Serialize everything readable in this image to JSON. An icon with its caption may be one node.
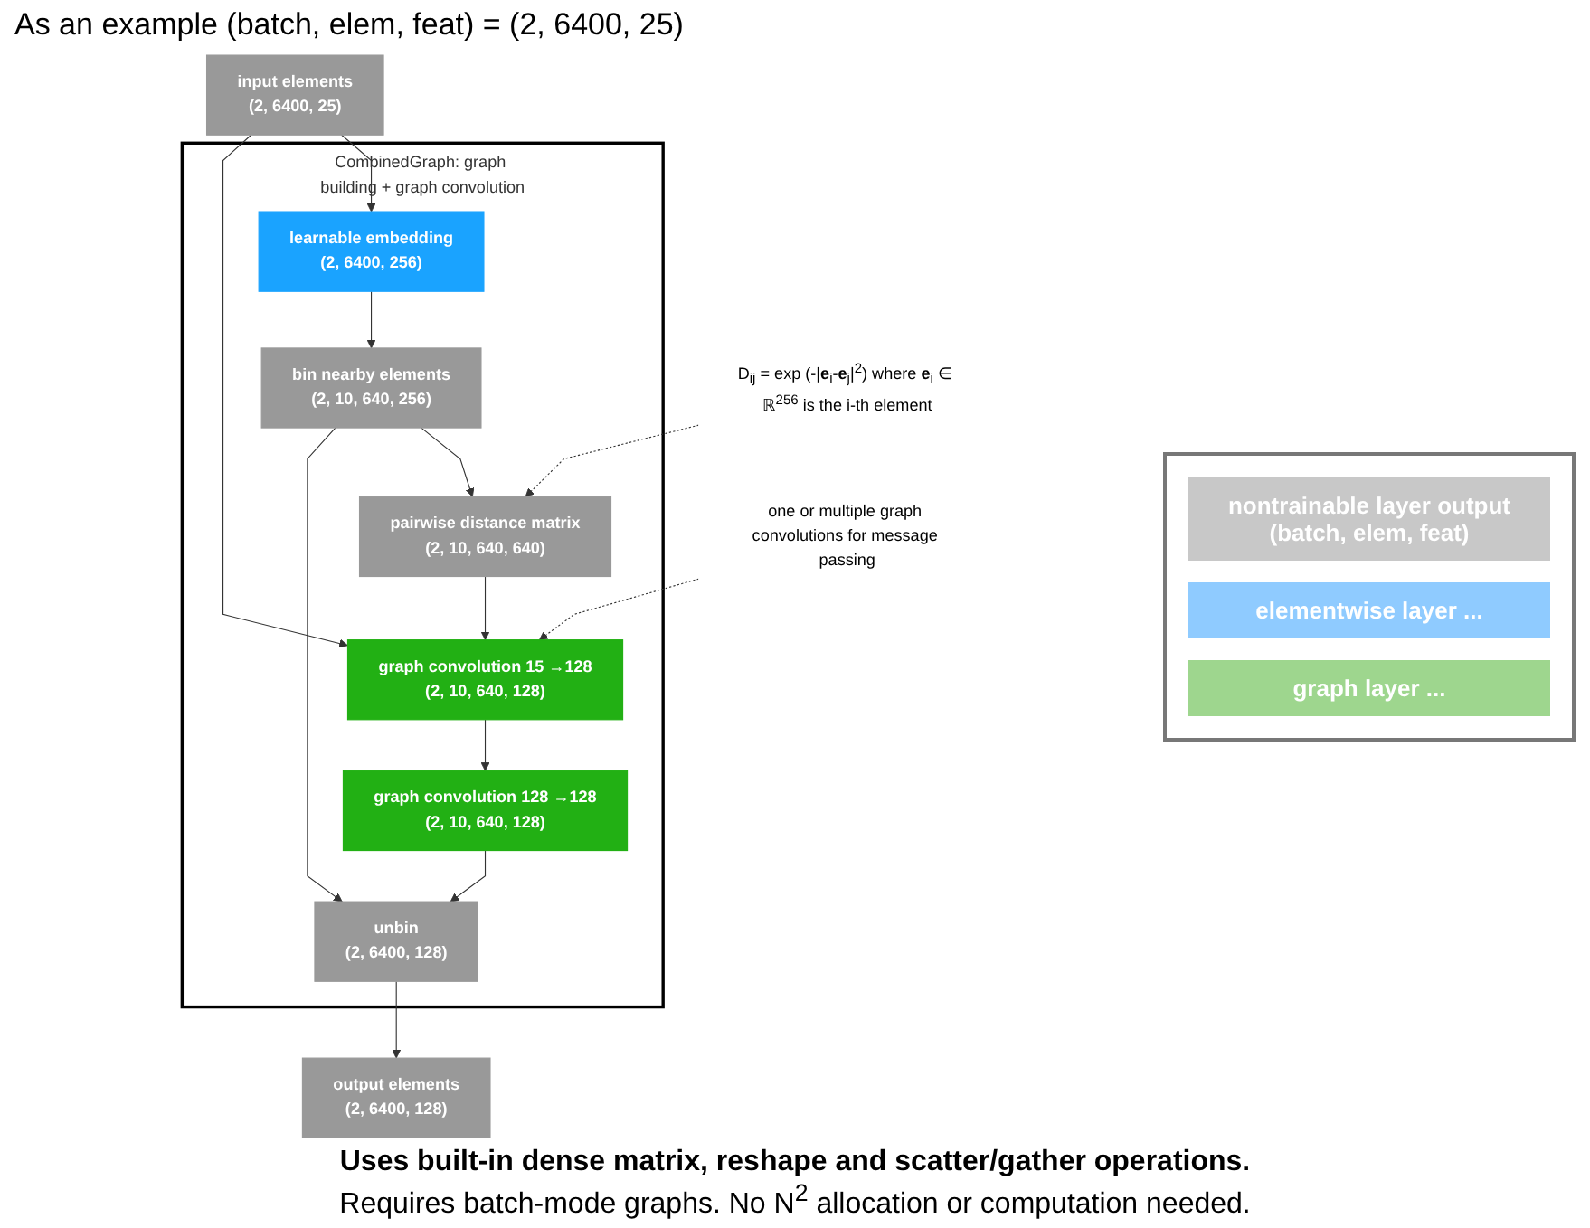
{
  "diagram": {
    "caption": "Uses built-in dense matrix, reshape and scatter/gather operations.",
    "nodes": [
      {
        "text": [
          "CombinedGraph: graph building + graph convolution"
        ]
      },
      {
        "text": [
          "input elements",
          "(2, 6400, 25)"
        ]
      },
      {
        "text": [
          "learnable embedding",
          "(2, 6400, 256)"
        ],
        "in": 0
      },
      {
        "text": [
          "bin nearby elements",
          "(2, 10, 640, 256)"
        ],
        "in": 0
      },
      {
        "text": [
          "pairwise distance matrix",
          "(2, 10, 640, 640)"
        ],
        "in": 0
      },
      {
        "text": [
          "graph convolution 15 →128",
          "(2, 10, 640, 128)"
        ],
        "in": 0
      },
      {
        "text": [
          "graph convolution 128 →128",
          "(2, 10, 640, 128)"
        ],
        "in": 0
      },
      {
        "text": [
          "unbin",
          "(2, 6400, 128)"
        ],
        "in": 0
      },
      {
        "text": [
          "output elements",
          "(2, 6400, 128)"
        ]
      },
      {
        "text": [
          "one or multiple graph convolutions for message passing"
        ]
      },
      {
        "text": [
          "D$_{ij}$ = exp (-|**e**$_{i}$-**e**$_{j}$|$^{2}$) where **e**$_{i}$ ∈ ℝ$^{256}$ is the i-th element"
        ]
      }
    ],
    "edges": [
      {
        "from": 1,
        "to": 2,
        "arrow": "to"
      },
      {
        "from": 1,
        "to": 5,
        "arrow": "to"
      },
      {
        "from": 2,
        "to": 3,
        "arrow": "to"
      },
      {
        "from": 3,
        "to": 4,
        "arrow": "to"
      },
      {
        "from": 4,
        "to": 5,
        "arrow": "to"
      },
      {
        "from": 5,
        "to": 6,
        "arrow": "to"
      },
      {
        "from": 6,
        "to": 7,
        "arrow": "to"
      },
      {
        "from": 3,
        "to": 7,
        "arrow": "to"
      },
      {
        "from": 7,
        "to": 8,
        "arrow": "to"
      },
      {
        "from": 9,
        "to": 5,
        "arrow": "to",
        "style": "dashed"
      },
      {
        "from": 10,
        "to": 4,
        "arrow": "to",
        "style": "dashed"
      }
    ],
    "labels": [
      "As an example (batch, elem, feat) = (2, 6400, 25)",
      "Requires batch-mode graphs. No N$^{2}$ allocation or computation needed."
    ],
    "legend": [
      {
        "text": "nontrainable layer output (batch, elem, feat)",
        "color": "#c8c8c8"
      },
      {
        "text": "elementwise layer ...",
        "color": "#8fcbff"
      },
      {
        "text": "graph layer ...",
        "color": "#9ed68e"
      }
    ]
  }
}
